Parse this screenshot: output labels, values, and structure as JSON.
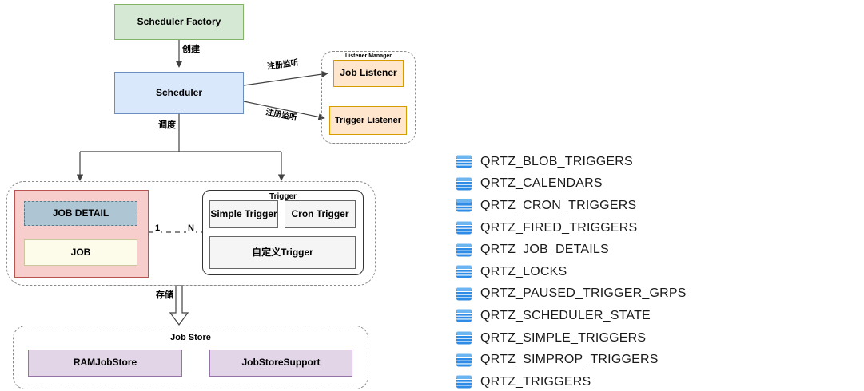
{
  "colors": {
    "green-fill": "#d5e8d4",
    "green-border": "#82b366",
    "blue-fill": "#dae8fc",
    "blue-border": "#6c8ebf",
    "orange-fill": "#ffe6cc",
    "orange-border": "#d79b00",
    "pink-fill": "#f8cecc",
    "pink-border": "#b85450",
    "steel-fill": "#aec6d4",
    "steel-border": "#5d7a88",
    "cream-fill": "#fdfbea",
    "cream-border": "#c9c6a0",
    "gray-fill": "#f5f5f5",
    "gray-border": "#666666",
    "purple-fill": "#e1d5e7",
    "purple-border": "#9673a6",
    "dashed-border": "#8a8a8a",
    "edge-color": "#424242",
    "table-icon-blue": "#2e8be6",
    "table-text": "#1a1a1a"
  },
  "diagram": {
    "nodes": {
      "scheduler_factory": "Scheduler Factory",
      "scheduler": "Scheduler",
      "job_listener": "Job Listener",
      "trigger_listener": "Trigger Listener",
      "job_detail": "JOB DETAIL",
      "job": "JOB",
      "simple_trigger": "Simple Trigger",
      "cron_trigger": "Cron Trigger",
      "custom_trigger": "自定义Trigger",
      "ram_job_store": "RAMJobStore",
      "job_store_support": "JobStoreSupport"
    },
    "groups": {
      "listener_manager": "Listener Manager",
      "trigger": "Trigger",
      "job_store": "Job Store"
    },
    "edge_labels": {
      "create": "创建",
      "register_listener_top": "注册监听",
      "register_listener_bottom": "注册监听",
      "dispatch": "调度",
      "one": "1",
      "many": "N",
      "store": "存储"
    }
  },
  "tables": {
    "icon": "table-icon",
    "items": [
      {
        "label": "QRTZ_BLOB_TRIGGERS"
      },
      {
        "label": "QRTZ_CALENDARS"
      },
      {
        "label": "QRTZ_CRON_TRIGGERS"
      },
      {
        "label": "QRTZ_FIRED_TRIGGERS"
      },
      {
        "label": "QRTZ_JOB_DETAILS"
      },
      {
        "label": "QRTZ_LOCKS"
      },
      {
        "label": "QRTZ_PAUSED_TRIGGER_GRPS"
      },
      {
        "label": "QRTZ_SCHEDULER_STATE"
      },
      {
        "label": "QRTZ_SIMPLE_TRIGGERS"
      },
      {
        "label": "QRTZ_SIMPROP_TRIGGERS"
      },
      {
        "label": "QRTZ_TRIGGERS"
      }
    ]
  }
}
